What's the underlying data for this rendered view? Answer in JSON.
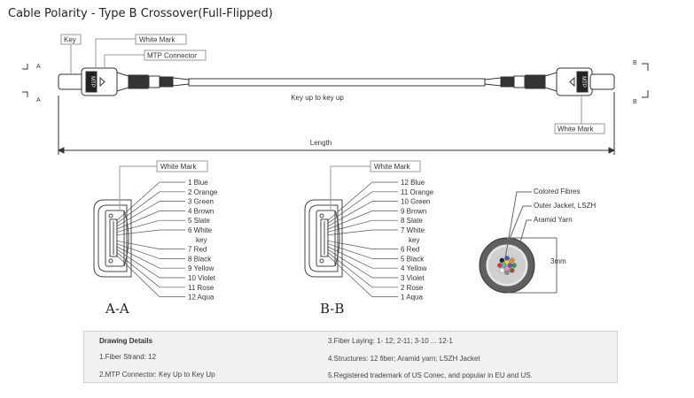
{
  "title": "Cable Polarity - Type B Crossover(Full-Flipped)",
  "top": {
    "key_label": "Key",
    "white_mark_label": "White Mark",
    "mtp_label": "MTP Connector",
    "white_mark_right_label": "White Mark",
    "key_up_label": "Key up to key up",
    "length_label": "Length",
    "end_a_top": "A",
    "end_a_bottom": "A",
    "end_b_top": "B",
    "end_b_bottom": "B",
    "connector_text": "MTP"
  },
  "aa": {
    "white_mark_label": "White Mark",
    "fibers": [
      "1 Blue",
      "2 Orange",
      "3 Green",
      "4 Brown",
      "5 Slate",
      "6 White",
      "key",
      "7 Red",
      "8 Black",
      "9 Yellow",
      "10 Violet",
      "11 Rose",
      "12 Aqua"
    ],
    "caption": "A-A"
  },
  "bb": {
    "white_mark_label": "White Mark",
    "fibers": [
      "12 Blue",
      "11 Orange",
      "10 Green",
      "9 Brown",
      "8 Slate",
      "7 White",
      "key",
      "6 Red",
      "5 Black",
      "4 Yellow",
      "3 Violet",
      "2 Rose",
      "1 Aqua"
    ],
    "caption": "B-B"
  },
  "cross_section": {
    "colored_fibres": "Colored Fibres",
    "outer_jacket": "Outer Jacket, LSZH",
    "aramid": "Aramid Yarn",
    "diameter": "3mm",
    "fiber_colors": [
      "#2b63c9",
      "#f08a24",
      "#2ea043",
      "#8b5a2b",
      "#8a8f98",
      "#ffffff",
      "#e03131",
      "#222222",
      "#f2d024",
      "#8e44ad",
      "#f48fb1",
      "#3fc1c9"
    ]
  },
  "details": {
    "heading": "Drawing Details",
    "items_left": [
      "1.Fiber Strand: 12",
      "2.MTP Connector: Key Up to Key Up"
    ],
    "items_right": [
      "3.Fiber Laying: 1- 12; 2-11; 3-10 ... 12-1",
      "4.Structures: 12 fiber; Aramid yarn; LSZH Jacket",
      "5.Registered trademark of US Conec, and popular in EU and US."
    ]
  }
}
